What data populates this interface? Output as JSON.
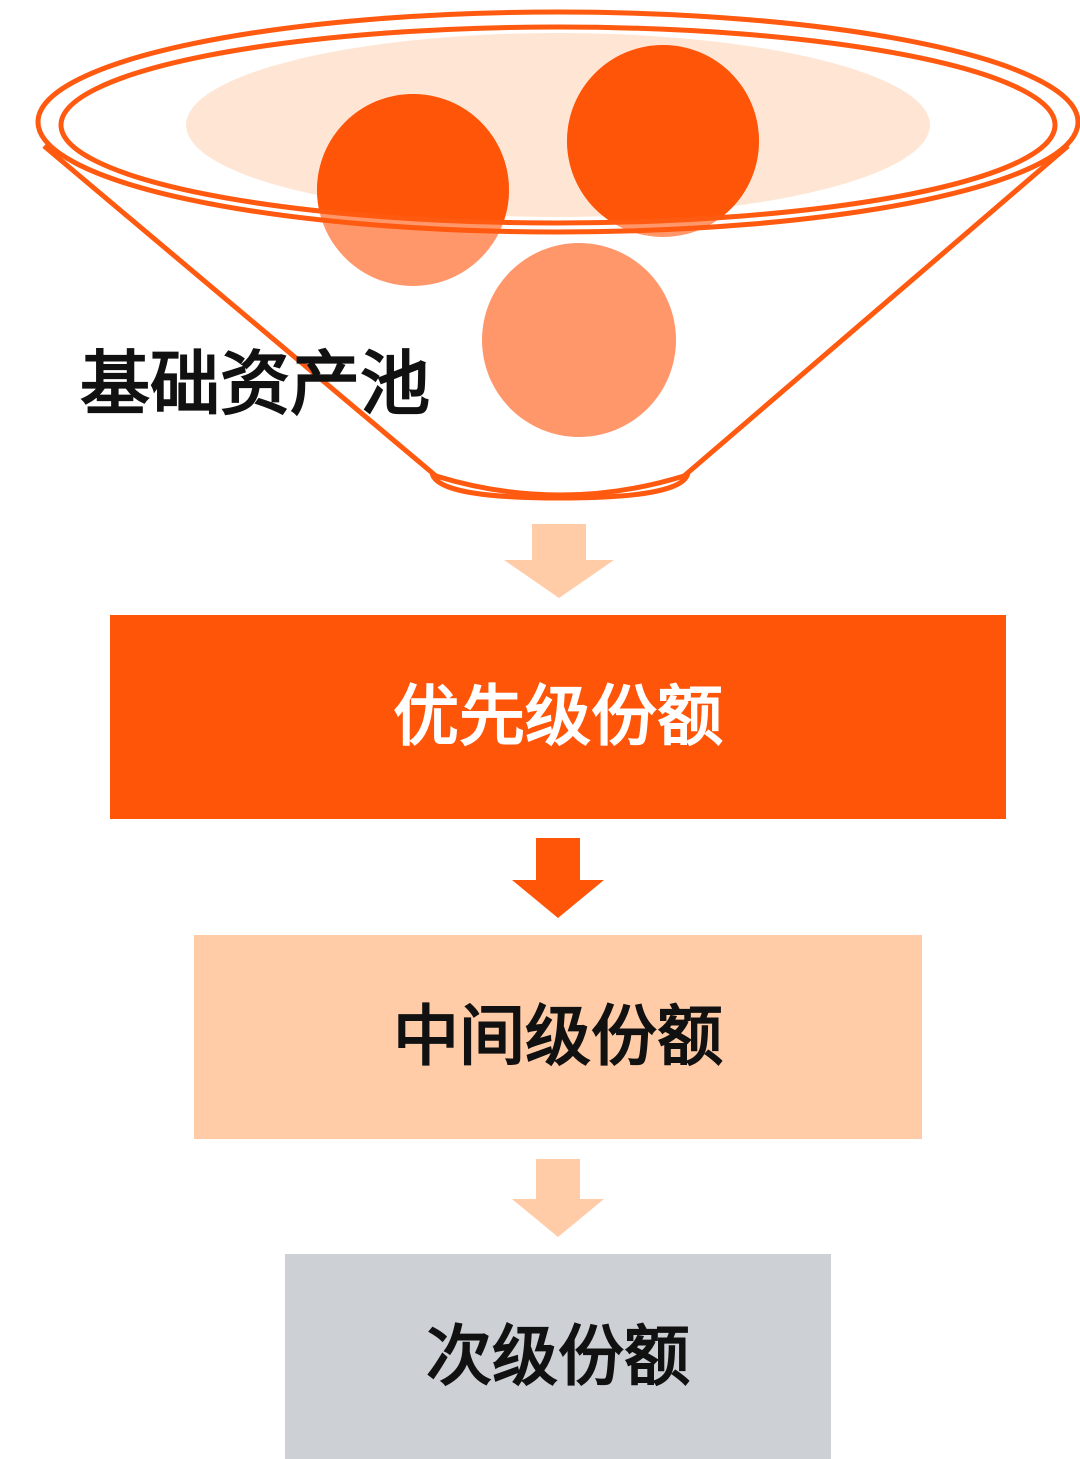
{
  "funnel": {
    "pool_label": "基础资产池",
    "colors": {
      "outline": "#ff5a10",
      "inner_fill": "#ffe6d4",
      "ball_dark": "#ff5508",
      "ball_light": "#ff976b"
    },
    "icons": [
      "funnel-icon",
      "asset-ball-icon"
    ]
  },
  "tiers": {
    "senior": {
      "label": "优先级份额",
      "bg": "#ff5508",
      "fg": "#ffffff"
    },
    "mezzanine": {
      "label": "中间级份额",
      "bg": "#ffcca7",
      "fg": "#111111"
    },
    "subordinate": {
      "label": "次级份额",
      "bg": "#cdd0d4",
      "fg": "#111111"
    }
  },
  "arrows": {
    "colors": [
      "#ffcca7",
      "#ff5508",
      "#ffcca7"
    ],
    "icon": "down-arrow-icon"
  }
}
